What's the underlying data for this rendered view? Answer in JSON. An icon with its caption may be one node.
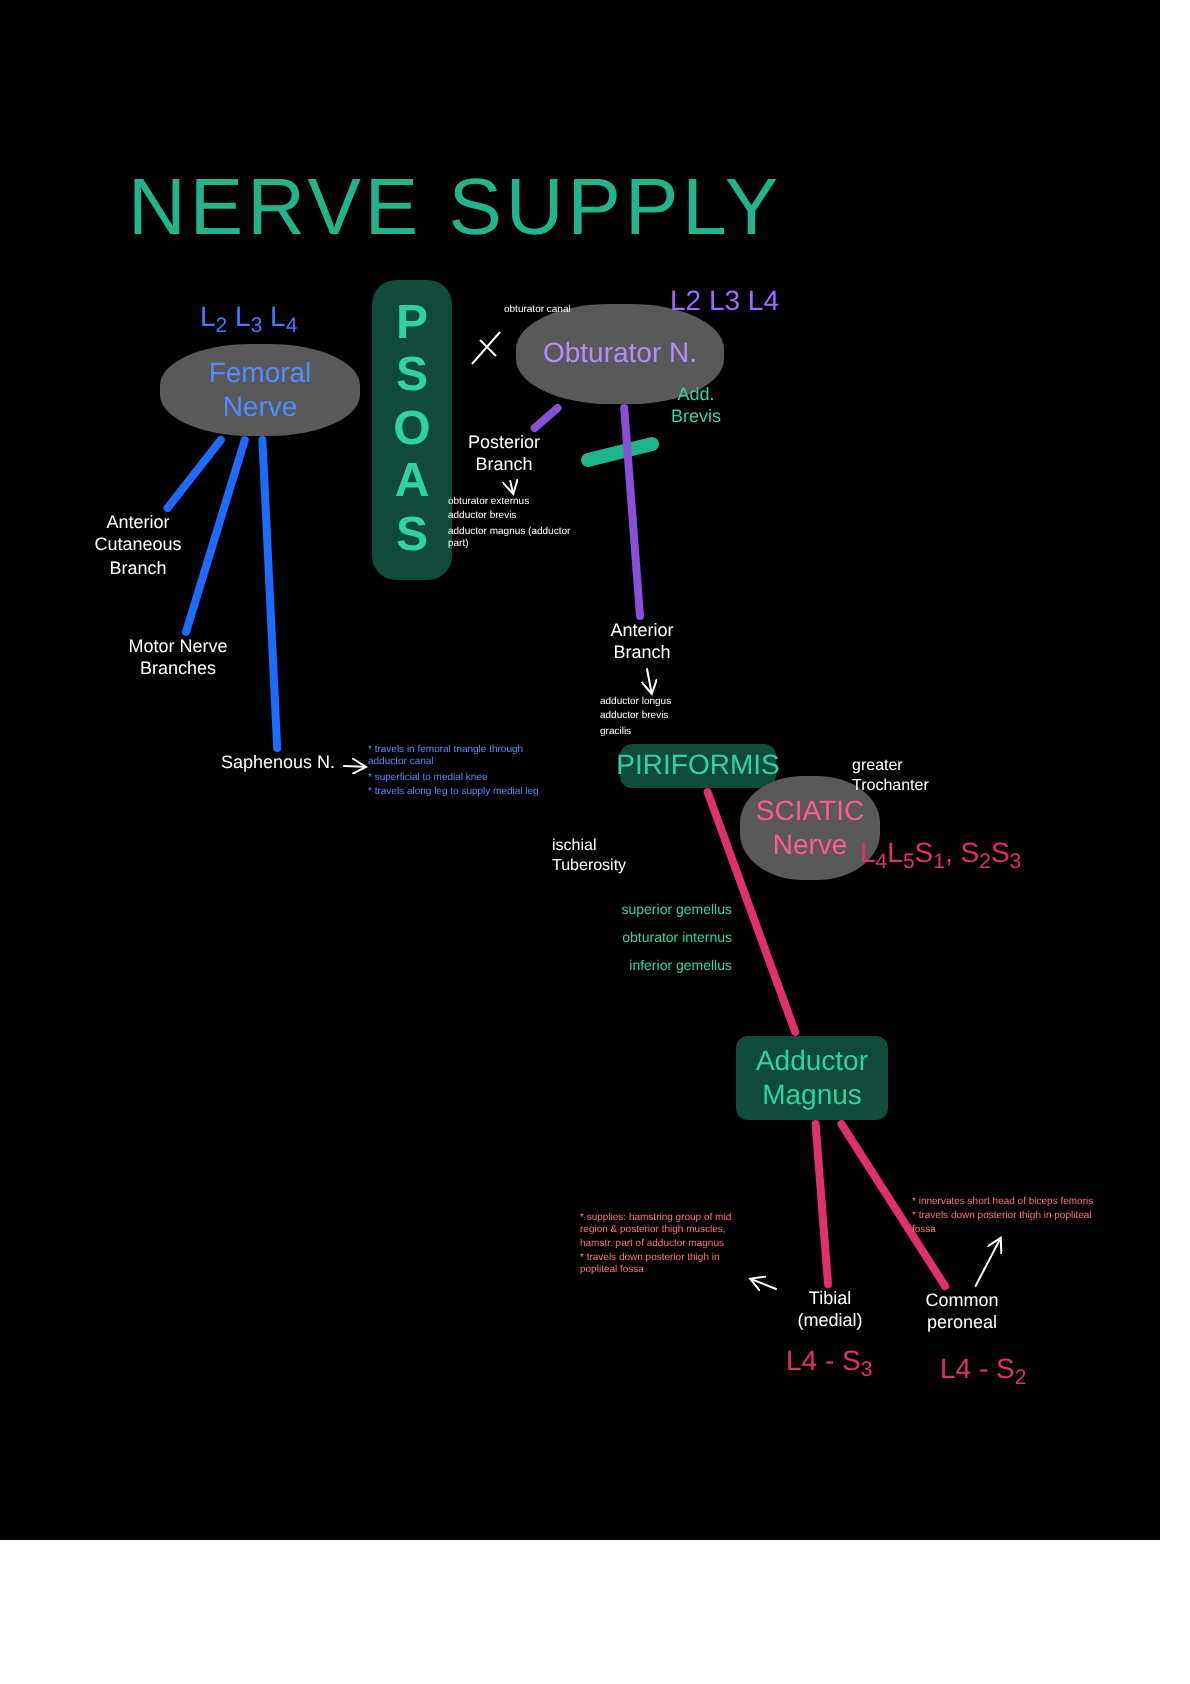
{
  "diagram": {
    "title": "NERVE SUPPLY",
    "nodes": [
      {
        "text": [
          "Femoral Nerve"
        ],
        "beside": [
          "L$_{2}$ L$_{3}$ L$_{4}$"
        ]
      },
      {
        "text": [
          "PSOAS"
        ]
      },
      {
        "text": [
          "Obturator N."
        ],
        "beside": [
          "L2 L3 L4"
        ]
      },
      {
        "text": [
          "Anterior Cutaneous Branch"
        ]
      },
      {
        "text": [
          "Motor Nerve Branches"
        ]
      },
      {
        "text": [
          "Saphenous N."
        ]
      },
      {
        "text": [
          "Posterior Branch"
        ]
      },
      {
        "text": [
          "Anterior Branch"
        ]
      },
      {
        "text": [
          "Add. Brevis"
        ]
      },
      {
        "text": [
          "PIRIFORMIS"
        ]
      },
      {
        "text": [
          "SCIATIC Nerve"
        ],
        "beside": [
          "L$_{4}$L$_{5}$S$_{1}$, S$_{2}$S$_{3}$"
        ]
      },
      {
        "text": [
          "Adductor Magnus"
        ]
      },
      {
        "text": [
          "Tibial (medial)"
        ],
        "beside": [
          "L4 - S$_{3}$"
        ]
      },
      {
        "text": [
          "Common peroneal"
        ],
        "beside": [
          "L4 - S$_{2}$"
        ]
      },
      {
        "text": [
          "* travels in femoral triangle through adductor canal",
          "* superficial to medial knee",
          "* travels along leg to supply medial leg"
        ]
      },
      {
        "text": [
          "obturator externus",
          "adductor brevis",
          "adductor magnus (adductor part)"
        ]
      },
      {
        "text": [
          "adductor longus",
          "adductor brevis",
          "gracilis"
        ]
      },
      {
        "text": [
          "* supplies: hamstring group of mid region & posterior thigh muscles, hamstr. part of adductor magnus",
          "* travels down posterior thigh in popliteal fossa"
        ]
      },
      {
        "text": [
          "* innervates short head of biceps femoris",
          "* travels down posterior thigh in popliteal fossa"
        ]
      }
    ],
    "edges": [
      {
        "from": 0,
        "to": 3,
        "arrow": "none",
        "color": "#1e6bff"
      },
      {
        "from": 0,
        "to": 4,
        "arrow": "none",
        "color": "#1e6bff"
      },
      {
        "from": 0,
        "to": 5,
        "arrow": "none",
        "color": "#1e6bff"
      },
      {
        "from": 2,
        "to": 6,
        "arrow": "none",
        "color": "#8a4fd8"
      },
      {
        "from": 2,
        "to": 7,
        "arrow": "none",
        "color": "#8a4fd8"
      },
      {
        "from": 9,
        "to": 11,
        "arrow": "none",
        "color": "#e0306e"
      },
      {
        "from": 11,
        "to": 12,
        "arrow": "none",
        "color": "#e0306e"
      },
      {
        "from": 11,
        "to": 13,
        "arrow": "none",
        "color": "#e0306e"
      },
      {
        "from": 5,
        "to": 14,
        "arrow": "to",
        "color": "#ffffff"
      },
      {
        "from": 6,
        "to": 15,
        "arrow": "to",
        "color": "#ffffff"
      },
      {
        "from": 7,
        "to": 16,
        "arrow": "to",
        "color": "#ffffff"
      },
      {
        "from": 12,
        "to": 17,
        "arrow": "to",
        "color": "#ffffff"
      },
      {
        "from": 13,
        "to": 18,
        "arrow": "to",
        "color": "#ffffff"
      }
    ],
    "labels": [
      "obturator canal",
      "greater Trochanter",
      "ischial Tuberosity",
      "superior gemellus",
      "obturator internus",
      "inferior gemellus"
    ]
  }
}
